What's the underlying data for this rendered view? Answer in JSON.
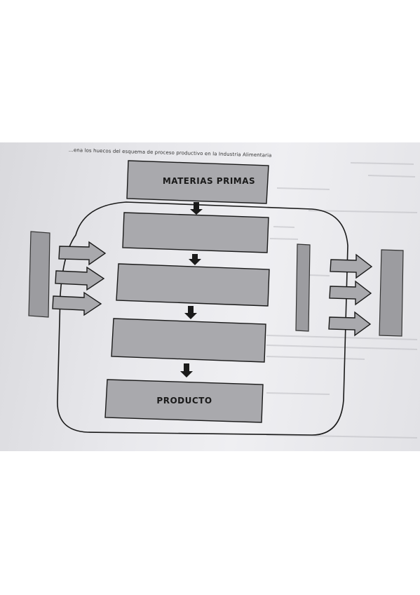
{
  "document": {
    "caption": "...ena los huecos del esquema de proceso productivo en la Industria Alimentaria"
  },
  "diagram": {
    "top_box": {
      "label": "MATERIAS PRIMAS"
    },
    "bottom_box": {
      "label": "PRODUCTO"
    },
    "blank_process_steps": 3,
    "input_arrows": 3,
    "output_arrows": 3
  },
  "colors": {
    "box_fill": "#a9a9ad",
    "side_bar_fill": "#9c9ca0",
    "outline": "#1a1a1a",
    "paper": "#ececf0"
  }
}
